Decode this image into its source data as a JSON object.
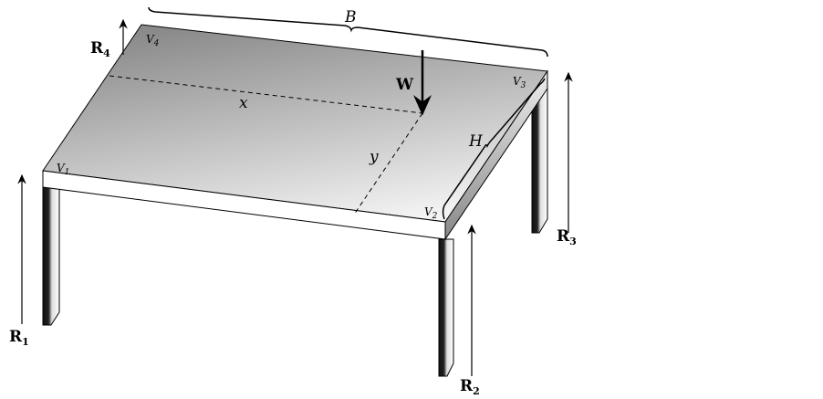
{
  "labels": {
    "B": "B",
    "H": "H",
    "x": "x",
    "y": "y",
    "W": "W",
    "V1": "V",
    "V1_sub": "1",
    "V2": "V",
    "V2_sub": "2",
    "V3": "V",
    "V3_sub": "3",
    "V4": "V",
    "V4_sub": "4",
    "R1": "R",
    "R1_sub": "1",
    "R2": "R",
    "R2_sub": "2",
    "R3": "R",
    "R3_sub": "3",
    "R4": "R",
    "R4_sub": "4"
  }
}
